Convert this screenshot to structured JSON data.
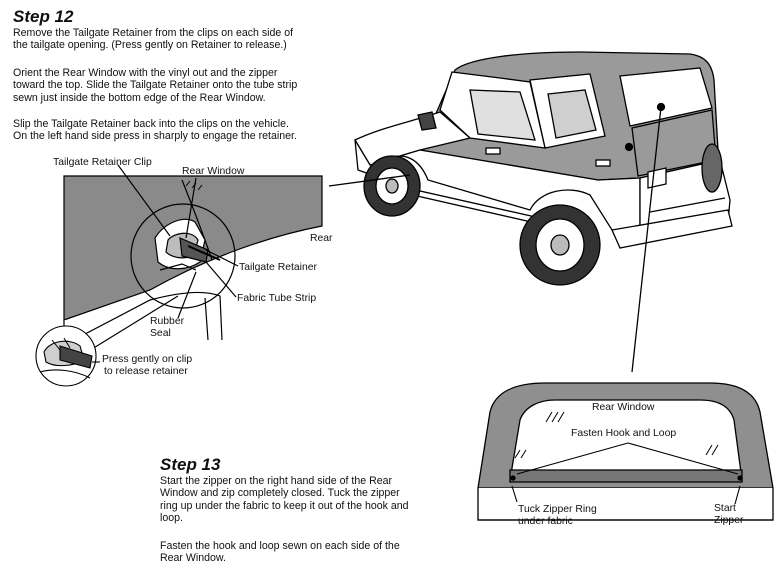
{
  "step12": {
    "title": "Step 12",
    "para1": [
      "Remove the Tailgate Retainer from the clips on each side of",
      "the tailgate opening. (Press gently on Retainer to release.)"
    ],
    "para2": [
      "Orient the Rear Window with the vinyl out and the zipper",
      "toward the top. Slide the Tailgate Retainer onto the tube strip",
      "sewn just inside the bottom edge of the Rear Window."
    ],
    "para3": [
      "Slip the Tailgate Retainer back into the clips on the vehicle.",
      "On the left hand side press in sharply to engage the retainer."
    ]
  },
  "detail_labels": {
    "clip": "Tailgate Retainer Clip",
    "rear_window": "Rear Window",
    "rear": "Rear",
    "retainer": "Tailgate Retainer",
    "tube_strip": "Fabric Tube Strip",
    "rubber_seal": [
      "Rubber",
      "Seal"
    ],
    "press_gently": [
      "Press gently on clip",
      "to release retainer"
    ]
  },
  "step13": {
    "title": "Step 13",
    "para1": [
      "Start the zipper on the right hand side of the Rear",
      "Window and zip completely closed. Tuck the zipper",
      "ring up under the fabric to keep it out of the hook and",
      "loop."
    ],
    "para2": [
      "Fasten the hook and loop sewn on each side of the",
      "Rear Window."
    ]
  },
  "window_labels": {
    "rear_window": "Rear Window",
    "fasten": "Fasten Hook and Loop",
    "tuck": [
      "Tuck Zipper Ring",
      "under fabric"
    ],
    "start": [
      "Start",
      "Zipper"
    ]
  }
}
